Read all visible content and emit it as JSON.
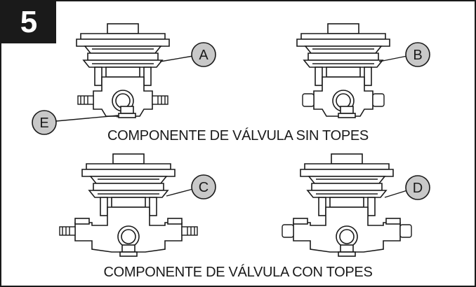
{
  "figure": {
    "step_number": "5",
    "caption_top": "COMPONENTE DE VÁLVULA SIN TOPES",
    "caption_bottom": "COMPONENTE DE VÁLVULA CON TOPES",
    "callouts": {
      "a": "A",
      "b": "B",
      "c": "C",
      "d": "D",
      "e": "E"
    }
  },
  "colors": {
    "line": "#1a1a1a",
    "callout_fill": "#c8c8c8",
    "step_box": "#1a1a1a"
  }
}
